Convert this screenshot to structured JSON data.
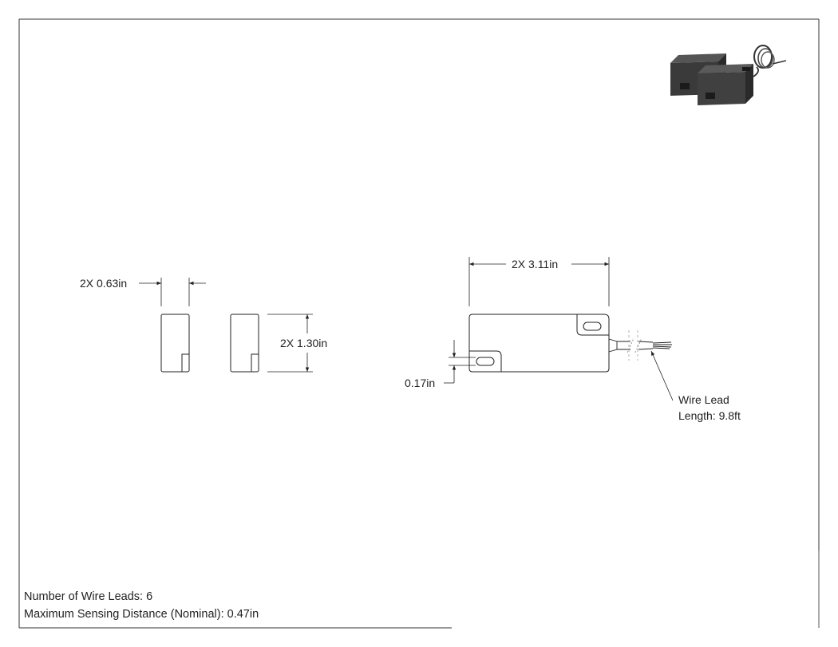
{
  "dimensions": {
    "width_label": "2X 0.63in",
    "height_label": "2X 1.30in",
    "length_label": "2X 3.11in",
    "hole_label": "0.17in"
  },
  "callout": {
    "line1": "Wire Lead",
    "line2": "Length: 9.8ft"
  },
  "notes": {
    "wire_leads": "Number of Wire Leads: 6",
    "sensing_distance": "Maximum Sensing Distance (Nominal): 0.47in"
  },
  "colors": {
    "line": "#222222",
    "product_body": "#2b2b2b",
    "product_face": "#3d3d3d",
    "product_top": "#555555"
  },
  "icons": {
    "product_thumbnail": "magnetic-sensor-pair-icon"
  }
}
